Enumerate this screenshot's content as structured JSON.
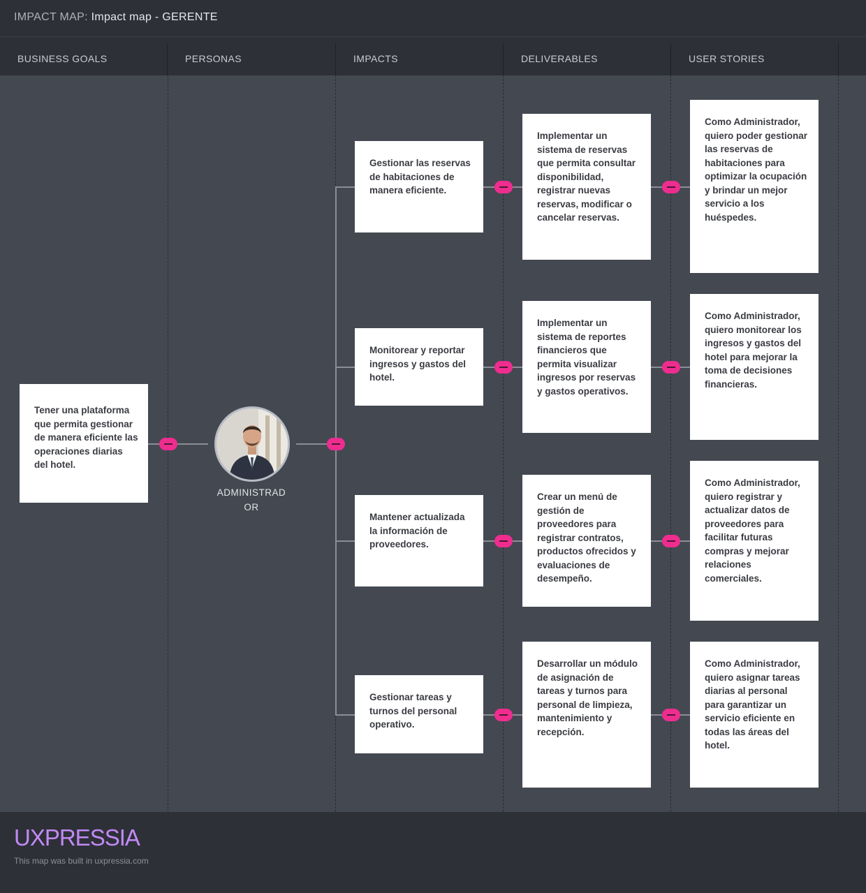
{
  "header": {
    "prefix": "IMPACT MAP:",
    "map_name": "Impact map - GERENTE"
  },
  "columns": [
    "BUSINESS GOALS",
    "PERSONAS",
    "IMPACTS",
    "DELIVERABLES",
    "USER STORIES"
  ],
  "business_goal": "Tener una plataforma que permita gestionar de manera eficiente las operaciones diarias del hotel.",
  "persona": {
    "name": "ADMINISTRADOR",
    "name_line1": "ADMINISTRAD",
    "name_line2": "OR",
    "avatar_icon": "person-in-suit-photo"
  },
  "impacts": [
    "Gestionar las reservas de habitaciones de manera eficiente.",
    "Monitorear y reportar ingresos y gastos del hotel.",
    "Mantener actualizada la información de proveedores.",
    "Gestionar tareas y turnos del personal operativo."
  ],
  "deliverables": [
    "Implementar un sistema de reservas que permita consultar disponibilidad, registrar nuevas reservas, modificar o cancelar reservas.",
    "Implementar un sistema de reportes financieros que permita visualizar ingresos por reservas y gastos operativos.",
    "Crear un menú de gestión de proveedores para registrar contratos, productos ofrecidos y evaluaciones de desempeño.",
    "Desarrollar un módulo de asignación de tareas y turnos para personal de limpieza, mantenimiento y recepción."
  ],
  "user_stories": [
    "Como Administrador, quiero poder gestionar las reservas de habitaciones para optimizar la ocupación y brindar un mejor servicio a los huéspedes.",
    "Como Administrador, quiero monitorear los ingresos y gastos del hotel para mejorar la toma de decisiones financieras.",
    "Como Administrador, quiero registrar y actualizar datos de proveedores para facilitar futuras compras y mejorar relaciones comerciales.",
    "Como Administrador, quiero asignar tareas diarias al personal para garantizar un servicio eficiente en todas las áreas del hotel."
  ],
  "footer": {
    "logo": "UXPRESSIA",
    "note": "This map was built in uxpressia.com"
  },
  "colors": {
    "toggle": "#ee2d8f",
    "canvas": "#444851",
    "logo": "#c28af5"
  }
}
